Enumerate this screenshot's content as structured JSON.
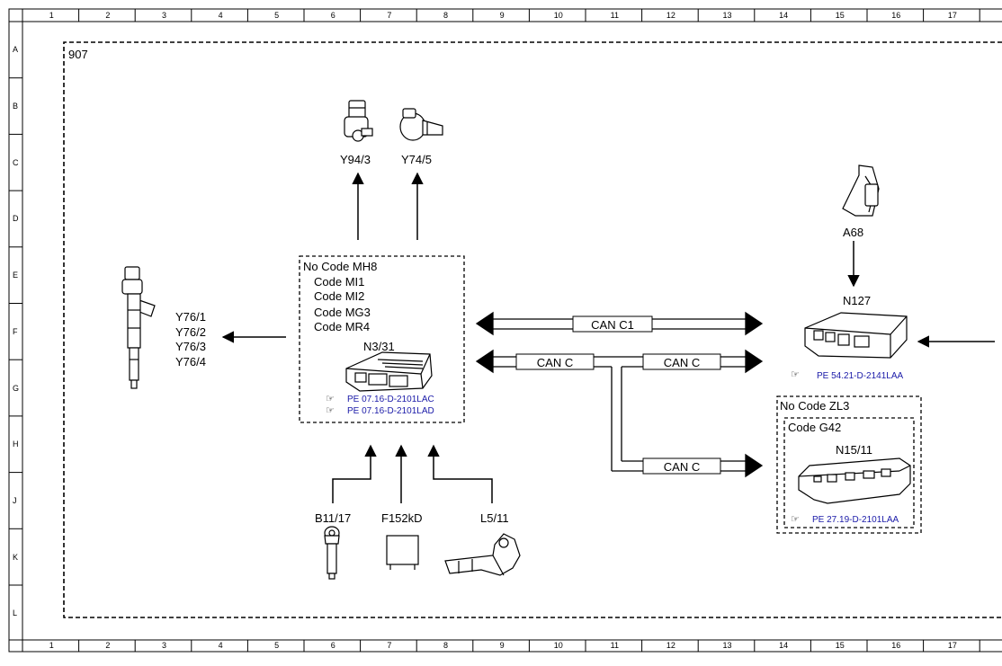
{
  "frame": {
    "columns": [
      "1",
      "2",
      "3",
      "4",
      "5",
      "6",
      "7",
      "8",
      "9",
      "10",
      "11",
      "12",
      "13",
      "14",
      "15",
      "16",
      "17"
    ],
    "rows": [
      "A",
      "B",
      "C",
      "D",
      "E",
      "F",
      "G",
      "H",
      "J",
      "K",
      "L"
    ]
  },
  "zone_label": "907",
  "components": {
    "y94": "Y94/3",
    "y74": "Y74/5",
    "a68": "A68",
    "n127": "N127",
    "y76": [
      "Y76/1",
      "Y76/2",
      "Y76/3",
      "Y76/4"
    ],
    "n3": "N3/31",
    "b11": "B11/17",
    "f152": "F152kD",
    "l5": "L5/11",
    "n15": "N15/11"
  },
  "ecu_box": {
    "lines": [
      "No Code MH8",
      "Code MI1",
      "Code MI2",
      "Code MG3",
      "Code MR4"
    ],
    "refs": [
      "PE 07.16-D-2101LAC",
      "PE 07.16-D-2101LAD"
    ]
  },
  "n127_ref": "PE 54.21-D-2141LAA",
  "zl3_box": {
    "outer_label": "No Code ZL3",
    "inner_label": "Code G42",
    "ref": "PE 27.19-D-2101LAA"
  },
  "can": {
    "c1": "CAN C1",
    "c_left": "CAN C",
    "c_right": "CAN C",
    "c_lower": "CAN C"
  },
  "hand_icon": "pointing-hand-icon"
}
